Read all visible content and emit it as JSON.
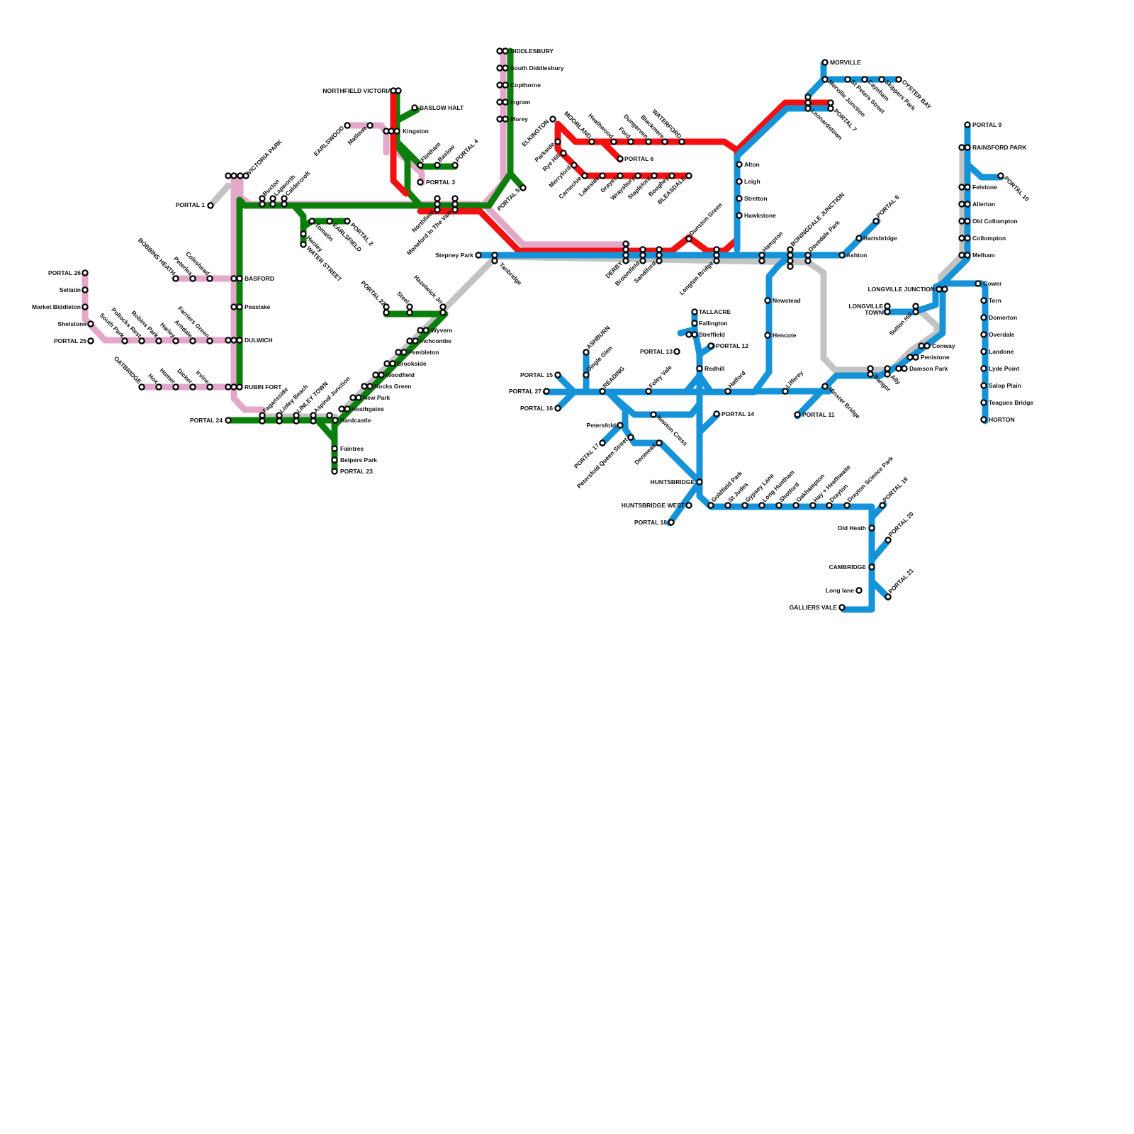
{
  "lines": [
    {
      "name": "Pink",
      "color": "#e3a7c9"
    },
    {
      "name": "Grey",
      "color": "#c3c3c3"
    },
    {
      "name": "Green",
      "color": "#0b7f0b"
    },
    {
      "name": "Red",
      "color": "#f21010"
    },
    {
      "name": "Blue",
      "color": "#1593d8"
    }
  ],
  "stations": [
    "VICTORIA PARK",
    "PORTAL 1",
    "Buxton",
    "Lapworth",
    "Caldercroft",
    "BASFORD",
    "Peaslake",
    "DULWICH",
    "RUBIN FORT",
    "PORTAL 24",
    "Fagansside",
    "Linley Beach",
    "LINLEY TOWN",
    "Aspinal Junction",
    "Hardcastle",
    "Faintree",
    "Belpers Park",
    "PORTAL 23",
    "Tomatin",
    "Henley",
    "WATER STREET",
    "EARLSFIELD",
    "PORTAL 2",
    "EARLSWOOD",
    "Matlowe",
    "Kingston",
    "NORTHFIELD VICTORIA",
    "BASLOW HALT",
    "Flintham",
    "Baslow",
    "PORTAL 4",
    "PORTAL 3",
    "Northfield",
    "Moneford In The Vale",
    "PORTAL 5",
    "DIDDLESBURY",
    "South Diddlesbury",
    "Copthorne",
    "Ingram",
    "Morey",
    "PORTAL 26",
    "Sellatin",
    "Market Biddleton",
    "Shelstone",
    "PORTAL 25",
    "South Park",
    "Pollocks Rest",
    "Robins Park",
    "Harley",
    "Arndale",
    "Farriers Green",
    "BOBBINS HEATH",
    "Peterlea",
    "Coleshead",
    "OATBRIDGE",
    "Hox",
    "Homer",
    "Dicker",
    "Irvine",
    "PORTAL 22",
    "Steel",
    "Hazelwick Jn",
    "Wyvern",
    "Inchcombe",
    "Pembleton",
    "Brookside",
    "Woodfield",
    "Rocks Green",
    "New Park",
    "Heathgates",
    "Stepney Park",
    "Tanbridge",
    "DERBY",
    "Broomfield",
    "Sandiford",
    "Longton Bridge",
    "Dunston Green",
    "Hampton",
    "BONINGDALE JUNCTION",
    "Dovedale Park",
    "Ashton",
    "Hartsbridge",
    "PORTAL 8",
    "ELKINGTON",
    "MOORLAND",
    "Heathwood",
    "Ford",
    "Dungerven",
    "Blackmere",
    "WATERFORD",
    "PORTAL 6",
    "Parkside",
    "Rye Hill",
    "Merryford",
    "Carnechie",
    "Lakeside",
    "Grayes",
    "Wraysbury",
    "Stapleford",
    "Boughey",
    "BLEASDALE",
    "Alton",
    "Leigh",
    "Stretton",
    "Hawkstone",
    "MORVILLE",
    "Morville Junction",
    "Leonardstown",
    "St Peters Street",
    "Caynham",
    "Skippers Park",
    "OYSTER BAY",
    "PORTAL 7",
    "PORTAL 9",
    "RAINSFORD PARK",
    "PORTAL 10",
    "Felstone",
    "Allerton",
    "Old Collompton",
    "Collompton",
    "Melham",
    "Gower",
    "Tern",
    "Domerton",
    "Overdale",
    "Landone",
    "Lyde Point",
    "Salop Plain",
    "Teagues Bridge",
    "HORTON",
    "LONGVILLE JUNCTION",
    "LONGVILLE TOWN",
    "Sutton Hill",
    "Conway",
    "Penistone",
    "Damson Park",
    "Ally",
    "Bangor",
    "Minster Bridge",
    "Lifferey",
    "PORTAL 11",
    "Newstead",
    "Hencote",
    "ASHBURN",
    "Dingle Glen",
    "PORTAL 15",
    "PORTAL 27",
    "PORTAL 16",
    "READING",
    "Foley Vale",
    "Hatford",
    "Petersfold",
    "PORTAL 17",
    "Petersfold Queen Street",
    "Newton Cross",
    "Denmead",
    "HUNTSBRIDGE",
    "HUNTSBRIDGE WEST",
    "PORTAL 18",
    "PORTAL 13",
    "TALLACRE",
    "Fallington",
    "Streffield",
    "PORTAL 12",
    "Redhill",
    "PORTAL 14",
    "Goldfield Park",
    "St Judes",
    "Gypsey Lane",
    "Long Huntham",
    "Shotford",
    "Oakhampton",
    "Hay + Heathwaite",
    "Drayton",
    "Drayton Science Park",
    "PORTAL 19",
    "Old Heath",
    "PORTAL 20",
    "CAMBRIDGE",
    "PORTAL 21",
    "Long lane",
    "GALLIERS VALE"
  ]
}
